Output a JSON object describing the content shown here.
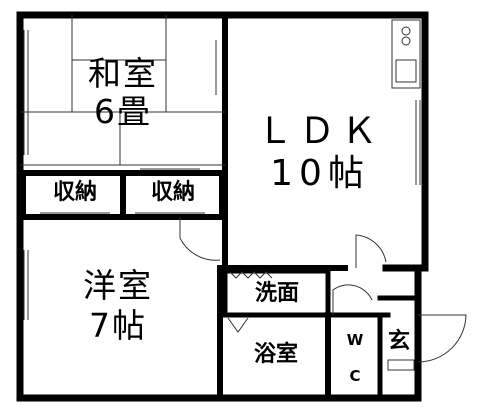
{
  "rooms": {
    "washitsu": {
      "name": "和室",
      "size": "6畳"
    },
    "ldk": {
      "name": "ＬＤＫ",
      "size": "10帖"
    },
    "storage_left": "収納",
    "storage_right": "収納",
    "yoshitsu": {
      "name": "洋室",
      "size": "7帖"
    },
    "washroom": "洗面",
    "bathroom": "浴室",
    "toilet": {
      "line1": "W",
      "line2": "C"
    },
    "entrance": "玄"
  },
  "colors": {
    "wall": "#000000",
    "line": "#333333",
    "background": "#ffffff"
  }
}
